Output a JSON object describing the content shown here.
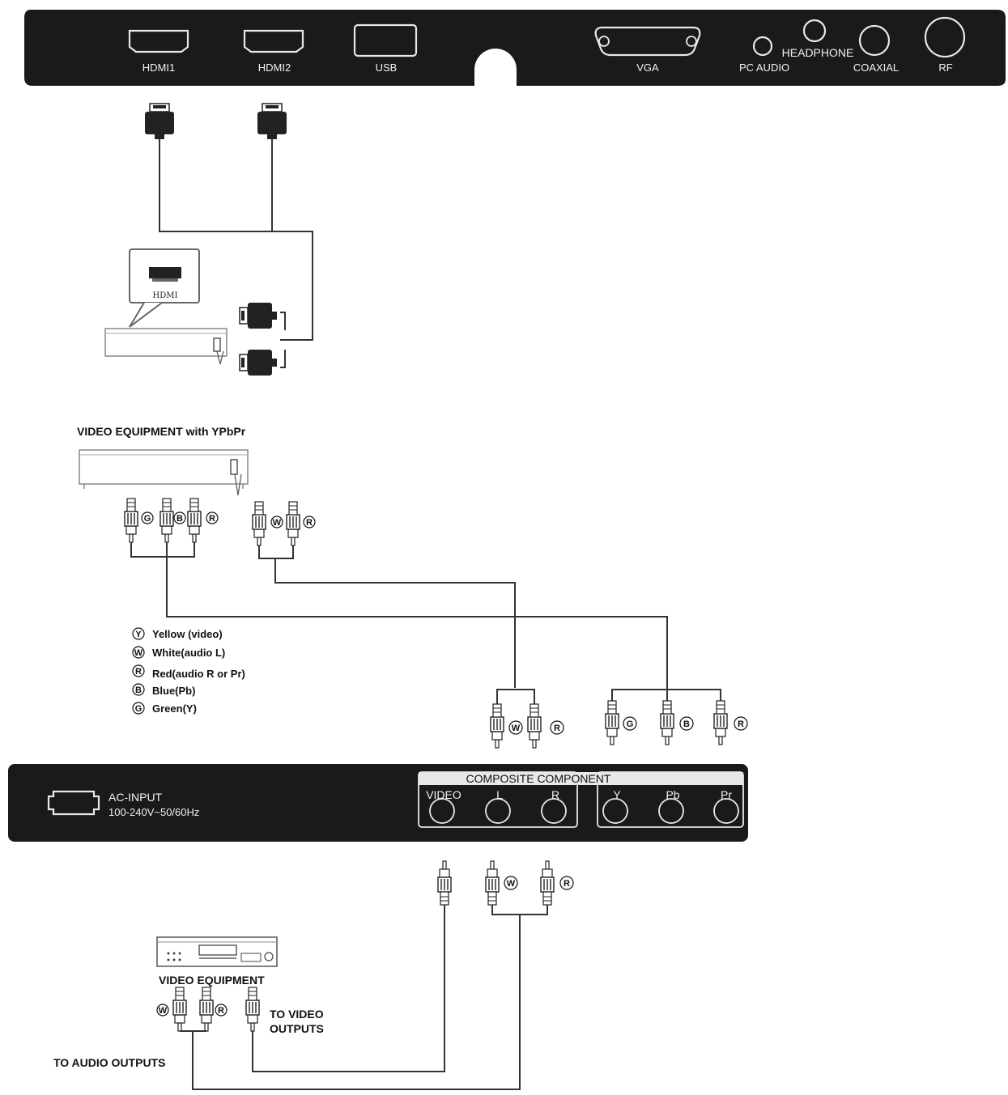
{
  "top_panel": {
    "ports": {
      "hdmi1": "HDMI1",
      "hdmi2": "HDMI2",
      "usb": "USB",
      "vga": "VGA",
      "pc_audio": "PC AUDIO",
      "headphone": "HEADPHONE",
      "coaxial": "COAXIAL",
      "rf": "RF"
    }
  },
  "hdmi_device": {
    "callout_label": "HDMI"
  },
  "ypbpr_section": {
    "title": "VIDEO EQUIPMENT with YPbPr",
    "source_tags": [
      "G",
      "B",
      "R"
    ],
    "audio_tags": [
      "W",
      "R"
    ]
  },
  "legend": {
    "items": [
      {
        "letter": "Y",
        "text": "Yellow (video)"
      },
      {
        "letter": "W",
        "text": "White(audio L)"
      },
      {
        "letter": "R",
        "text": "Red(audio R or Pr)"
      },
      {
        "letter": "B",
        "text": "Blue(Pb)"
      },
      {
        "letter": "G",
        "text": "Green(Y)"
      }
    ]
  },
  "middle_plugs": {
    "audio_tags": [
      "W",
      "R"
    ],
    "component_tags": [
      "G",
      "B",
      "R"
    ]
  },
  "bottom_panel": {
    "ac_input_label": "AC-INPUT",
    "ac_input_spec": "100-240V~50/60Hz",
    "group_title": "COMPOSITE COMPONENT",
    "composite_ports": [
      "VIDEO",
      "L",
      "R"
    ],
    "component_ports": [
      "Y",
      "Pb",
      "Pr"
    ]
  },
  "bottom_plugs": {
    "tags": [
      "W",
      "R"
    ]
  },
  "video_equipment": {
    "title": "VIDEO EQUIPMENT",
    "tags": [
      "W",
      "R"
    ],
    "to_video_line1": "TO VIDEO",
    "to_video_line2": "OUTPUTS",
    "to_audio": "TO AUDIO OUTPUTS"
  }
}
